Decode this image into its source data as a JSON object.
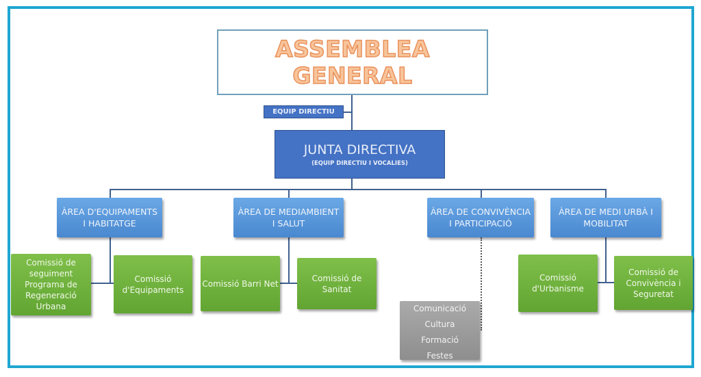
{
  "diagram": {
    "type": "org-chart",
    "root": {
      "title": "ASSEMBLEA GENERAL"
    },
    "side_label": "EQUIP DIRECTIU",
    "board": {
      "title": "JUNTA DIRECTIVA",
      "subtitle": "(EQUIP DIRECTIU I VOCALIES)"
    },
    "areas": [
      {
        "label_line1": "ÀREA D'EQUIPAMENTS",
        "label_line2": "I HABITATGE",
        "commissions": [
          {
            "lines": [
              "Comissió de",
              "seguiment",
              "Programa de",
              "Regeneració",
              "Urbana"
            ]
          },
          {
            "lines": [
              "Comissió",
              "d'Equipaments"
            ]
          }
        ]
      },
      {
        "label_line1": "ÀREA DE MEDIAMBIENT",
        "label_line2": "I SALUT",
        "commissions": [
          {
            "lines": [
              "Comissió Barri Net"
            ]
          },
          {
            "lines": [
              "Comissió de",
              "Sanitat"
            ]
          }
        ]
      },
      {
        "label_line1": "ÀREA DE CONVIVÈNCIA",
        "label_line2": "I PARTICIPACIÓ",
        "topics": [
          "Comunicació",
          "Cultura",
          "Formació",
          "Festes"
        ]
      },
      {
        "label_line1": "ÀREA DE MEDI URBÀ I",
        "label_line2": "MOBILITAT",
        "commissions": [
          {
            "lines": [
              "Comissió",
              "d'Urbanisme"
            ]
          },
          {
            "lines": [
              "Comissió de",
              "Convivència i",
              "Seguretat"
            ]
          }
        ]
      }
    ],
    "colors": {
      "frame": "#1fa6d0",
      "title_fill": "#f8c49a",
      "title_outline": "#e8905a",
      "board_blue": "#4472c4",
      "area_blue": "#5b9bd5",
      "commission_green": "#70ad47",
      "topics_gray": "#9e9e9e",
      "connector": "#3f5f8f"
    }
  }
}
